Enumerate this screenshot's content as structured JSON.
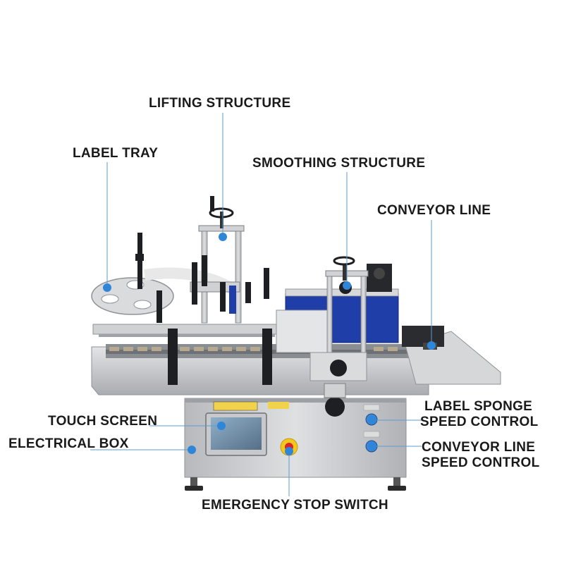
{
  "callouts": {
    "lifting_structure": "LIFTING STRUCTURE",
    "label_tray": "LABEL TRAY",
    "smoothing_structure": "SMOOTHING STRUCTURE",
    "conveyor_line": "CONVEYOR LINE",
    "touch_screen": "TOUCH SCREEN",
    "electrical_box": "ELECTRICAL BOX",
    "label_sponge_speed_control": [
      "LABEL SPONGE",
      "SPEED CONTROL"
    ],
    "conveyor_line_speed_control": [
      "CONVEYOR LINE",
      "SPEED CONTROL"
    ],
    "emergency_stop_switch": "EMERGENCY STOP SWITCH"
  },
  "colors": {
    "callout_dot": "#2f86d9",
    "callout_line": "#5b9bd5",
    "text": "#1a1a1a",
    "steel": "#c9cbcd",
    "steel_dark": "#8f9297",
    "black_part": "#1e1f22",
    "blue_panel": "#1f3ea8",
    "screen": "#6f8fa8",
    "estop_red": "#d8262a",
    "estop_yellow": "#f2c81e"
  }
}
